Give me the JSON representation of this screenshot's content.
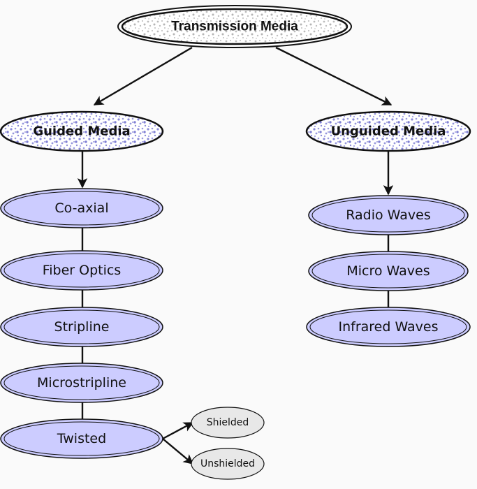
{
  "diagram": {
    "root": {
      "label": "Transmission Media"
    },
    "categories": {
      "guided": {
        "label": "Guided Media"
      },
      "unguided": {
        "label": "Unguided Media"
      }
    },
    "guided_items": [
      "Co-axial",
      "Fiber Optics",
      "Stripline",
      "Microstripline",
      "Twisted"
    ],
    "unguided_items": [
      "Radio Waves",
      "Micro Waves",
      "Infrared Waves"
    ],
    "twisted_subtypes": [
      "Shielded",
      "Unshielded"
    ],
    "colors": {
      "node_fill": "#ccccff",
      "node_stroke": "#111111",
      "speckle_root": "#bbbbbb",
      "speckle_category": "#8888dd",
      "subtype_fill": "#e8e8e8",
      "background": "#fafafa"
    }
  }
}
